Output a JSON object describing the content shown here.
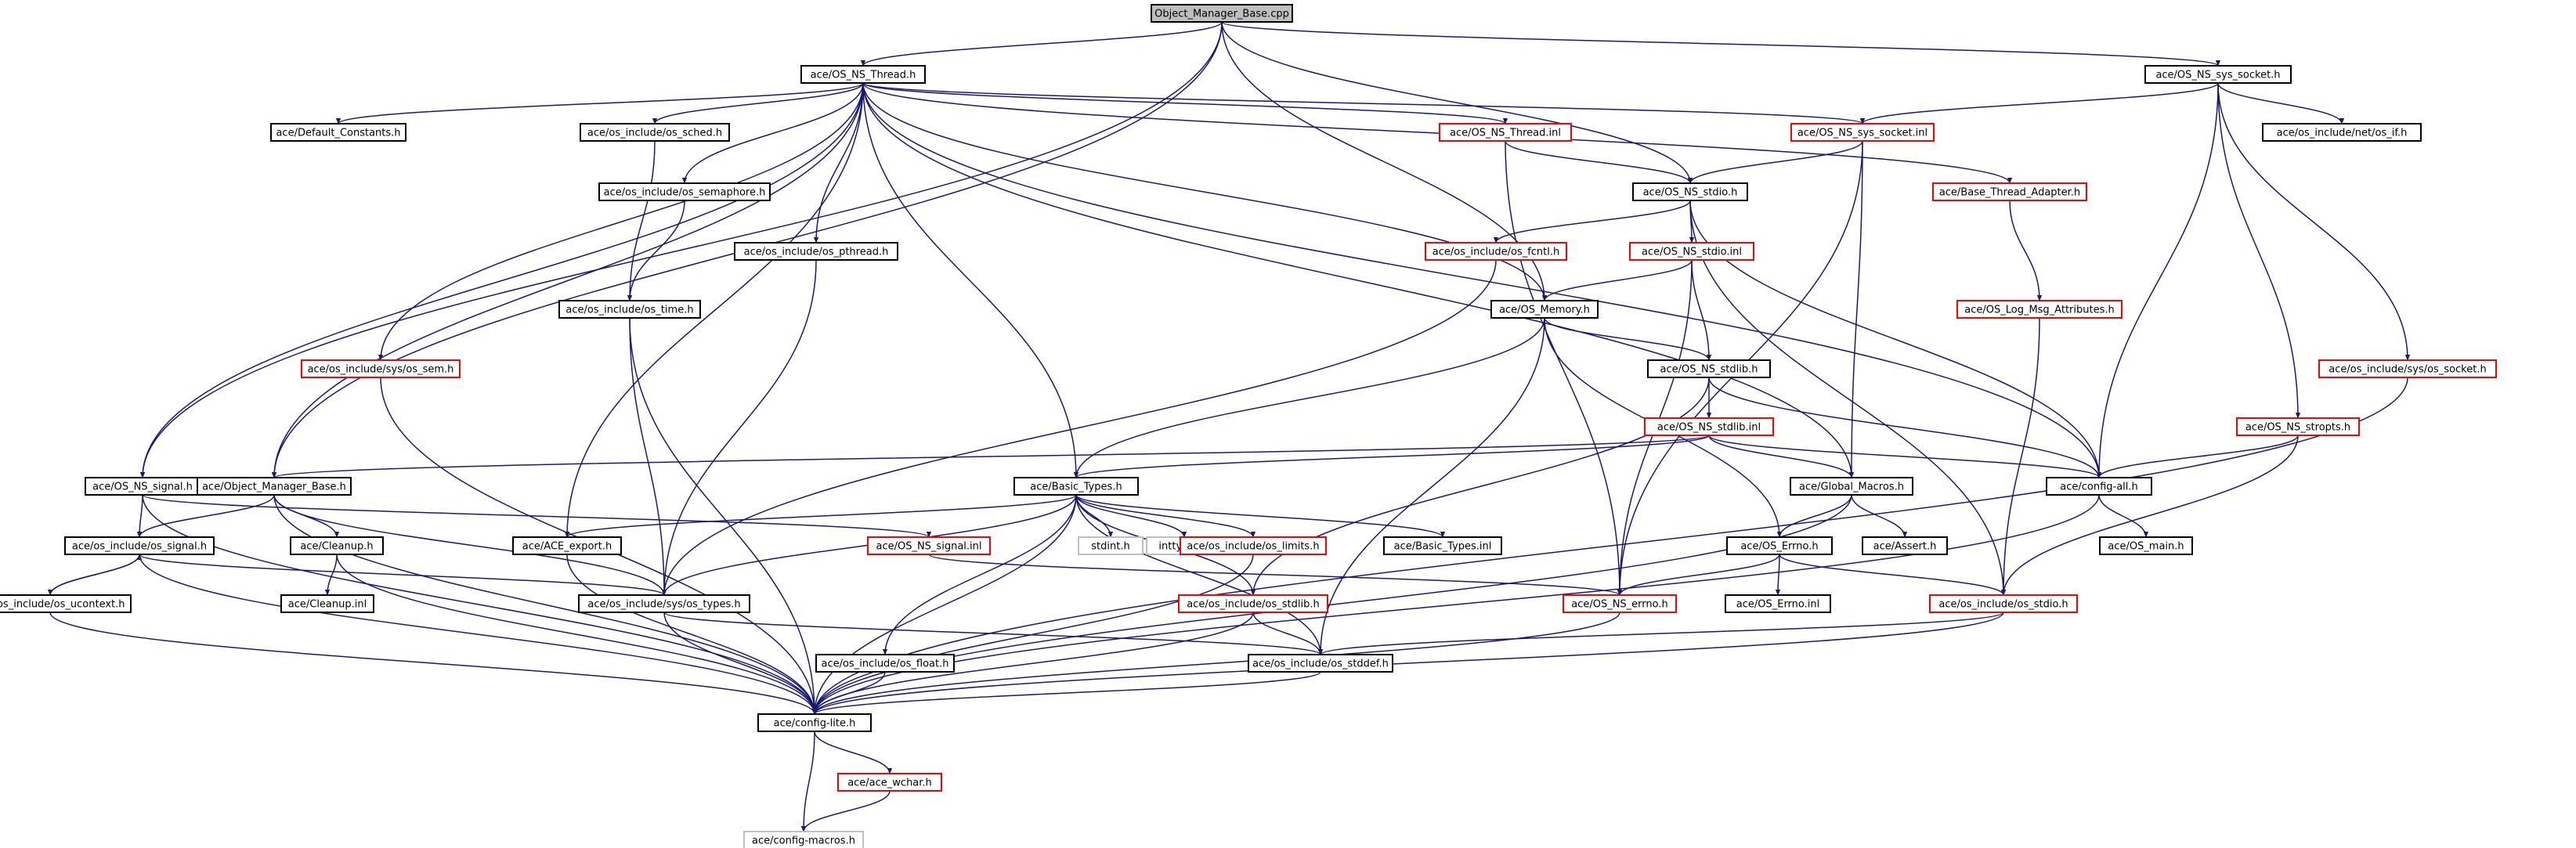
{
  "colors": {
    "edge": "#191970",
    "normal_border": "#000000",
    "red_border": "#ff0000",
    "gray_border": "#bfbfbf",
    "root_fill": "#bfbfbf",
    "text": "#000000"
  },
  "nodes": [
    {
      "id": "root",
      "label": "Object_Manager_Base.cpp",
      "style": "root"
    },
    {
      "id": "thread_h",
      "label": "ace/OS_NS_Thread.h",
      "style": "normal"
    },
    {
      "id": "sys_socket_h",
      "label": "ace/OS_NS_sys_socket.h",
      "style": "normal"
    },
    {
      "id": "default_constants",
      "label": "ace/Default_Constants.h",
      "style": "normal"
    },
    {
      "id": "os_sched",
      "label": "ace/os_include/os_sched.h",
      "style": "normal"
    },
    {
      "id": "thread_inl",
      "label": "ace/OS_NS_Thread.inl",
      "style": "red"
    },
    {
      "id": "sys_socket_inl",
      "label": "ace/OS_NS_sys_socket.inl",
      "style": "red"
    },
    {
      "id": "os_if",
      "label": "ace/os_include/net/os_if.h",
      "style": "normal"
    },
    {
      "id": "os_semaphore",
      "label": "ace/os_include/os_semaphore.h",
      "style": "normal"
    },
    {
      "id": "ns_stdio_h",
      "label": "ace/OS_NS_stdio.h",
      "style": "normal"
    },
    {
      "id": "base_thread_adapter",
      "label": "ace/Base_Thread_Adapter.h",
      "style": "red"
    },
    {
      "id": "os_pthread",
      "label": "ace/os_include/os_pthread.h",
      "style": "normal"
    },
    {
      "id": "os_fcntl",
      "label": "ace/os_include/os_fcntl.h",
      "style": "red"
    },
    {
      "id": "ns_stdio_inl",
      "label": "ace/OS_NS_stdio.inl",
      "style": "red"
    },
    {
      "id": "os_time",
      "label": "ace/os_include/os_time.h",
      "style": "normal"
    },
    {
      "id": "os_memory",
      "label": "ace/OS_Memory.h",
      "style": "normal"
    },
    {
      "id": "log_msg_attr",
      "label": "ace/OS_Log_Msg_Attributes.h",
      "style": "red"
    },
    {
      "id": "os_sem",
      "label": "ace/os_include/sys/os_sem.h",
      "style": "red"
    },
    {
      "id": "ns_stdlib_h",
      "label": "ace/OS_NS_stdlib.h",
      "style": "normal"
    },
    {
      "id": "sys_os_socket",
      "label": "ace/os_include/sys/os_socket.h",
      "style": "red"
    },
    {
      "id": "ns_stdlib_inl",
      "label": "ace/OS_NS_stdlib.inl",
      "style": "red"
    },
    {
      "id": "ns_stropts",
      "label": "ace/OS_NS_stropts.h",
      "style": "red"
    },
    {
      "id": "ns_signal_h",
      "label": "ace/OS_NS_signal.h",
      "style": "normal"
    },
    {
      "id": "obj_mgr_base_h",
      "label": "ace/Object_Manager_Base.h",
      "style": "normal"
    },
    {
      "id": "basic_types_h",
      "label": "ace/Basic_Types.h",
      "style": "normal"
    },
    {
      "id": "global_macros",
      "label": "ace/Global_Macros.h",
      "style": "normal"
    },
    {
      "id": "config_all",
      "label": "ace/config-all.h",
      "style": "normal"
    },
    {
      "id": "os_signal",
      "label": "ace/os_include/os_signal.h",
      "style": "normal"
    },
    {
      "id": "cleanup_h",
      "label": "ace/Cleanup.h",
      "style": "normal"
    },
    {
      "id": "ace_export",
      "label": "ace/ACE_export.h",
      "style": "normal"
    },
    {
      "id": "ns_signal_inl",
      "label": "ace/OS_NS_signal.inl",
      "style": "red"
    },
    {
      "id": "stdint",
      "label": "stdint.h",
      "style": "gray"
    },
    {
      "id": "inttypes",
      "label": "inttypes.h",
      "style": "gray"
    },
    {
      "id": "os_limits",
      "label": "ace/os_include/os_limits.h",
      "style": "red"
    },
    {
      "id": "basic_types_inl",
      "label": "ace/Basic_Types.inl",
      "style": "normal"
    },
    {
      "id": "os_errno_h",
      "label": "ace/OS_Errno.h",
      "style": "normal"
    },
    {
      "id": "assert_h",
      "label": "ace/Assert.h",
      "style": "normal"
    },
    {
      "id": "os_main",
      "label": "ace/OS_main.h",
      "style": "normal"
    },
    {
      "id": "os_ucontext",
      "label": "ace/os_include/os_ucontext.h",
      "style": "normal"
    },
    {
      "id": "cleanup_inl",
      "label": "ace/Cleanup.inl",
      "style": "normal"
    },
    {
      "id": "sys_os_types",
      "label": "ace/os_include/sys/os_types.h",
      "style": "normal"
    },
    {
      "id": "os_stdlib",
      "label": "ace/os_include/os_stdlib.h",
      "style": "red"
    },
    {
      "id": "ns_errno",
      "label": "ace/OS_NS_errno.h",
      "style": "red"
    },
    {
      "id": "os_errno_inl",
      "label": "ace/OS_Errno.inl",
      "style": "normal"
    },
    {
      "id": "os_stdio",
      "label": "ace/os_include/os_stdio.h",
      "style": "red"
    },
    {
      "id": "os_float",
      "label": "ace/os_include/os_float.h",
      "style": "normal"
    },
    {
      "id": "os_stddef",
      "label": "ace/os_include/os_stddef.h",
      "style": "normal"
    },
    {
      "id": "config_lite",
      "label": "ace/config-lite.h",
      "style": "normal"
    },
    {
      "id": "ace_wchar",
      "label": "ace/ace_wchar.h",
      "style": "red"
    },
    {
      "id": "config_macros",
      "label": "ace/config-macros.h",
      "style": "gray"
    }
  ]
}
